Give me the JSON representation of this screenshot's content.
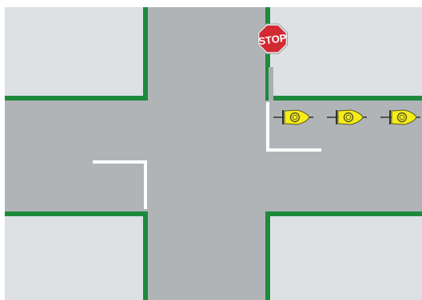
{
  "colors": {
    "background": "#ffffff",
    "sidewalk": "#dde1e4",
    "road": "#b1b4b6",
    "curb": "#1e8a3c",
    "lane_marking": "#ffffff",
    "stop_sign_red": "#d22a32",
    "stop_sign_border": "#b8bcbf",
    "pole": "#a9aeb2",
    "bike_yellow": "#f5ec19",
    "bike_outline": "#5a5a20"
  },
  "stop_sign": {
    "label": "STOP"
  },
  "bicycles": {
    "count": 3,
    "direction": "westbound",
    "icon": "bicycle-icon"
  }
}
